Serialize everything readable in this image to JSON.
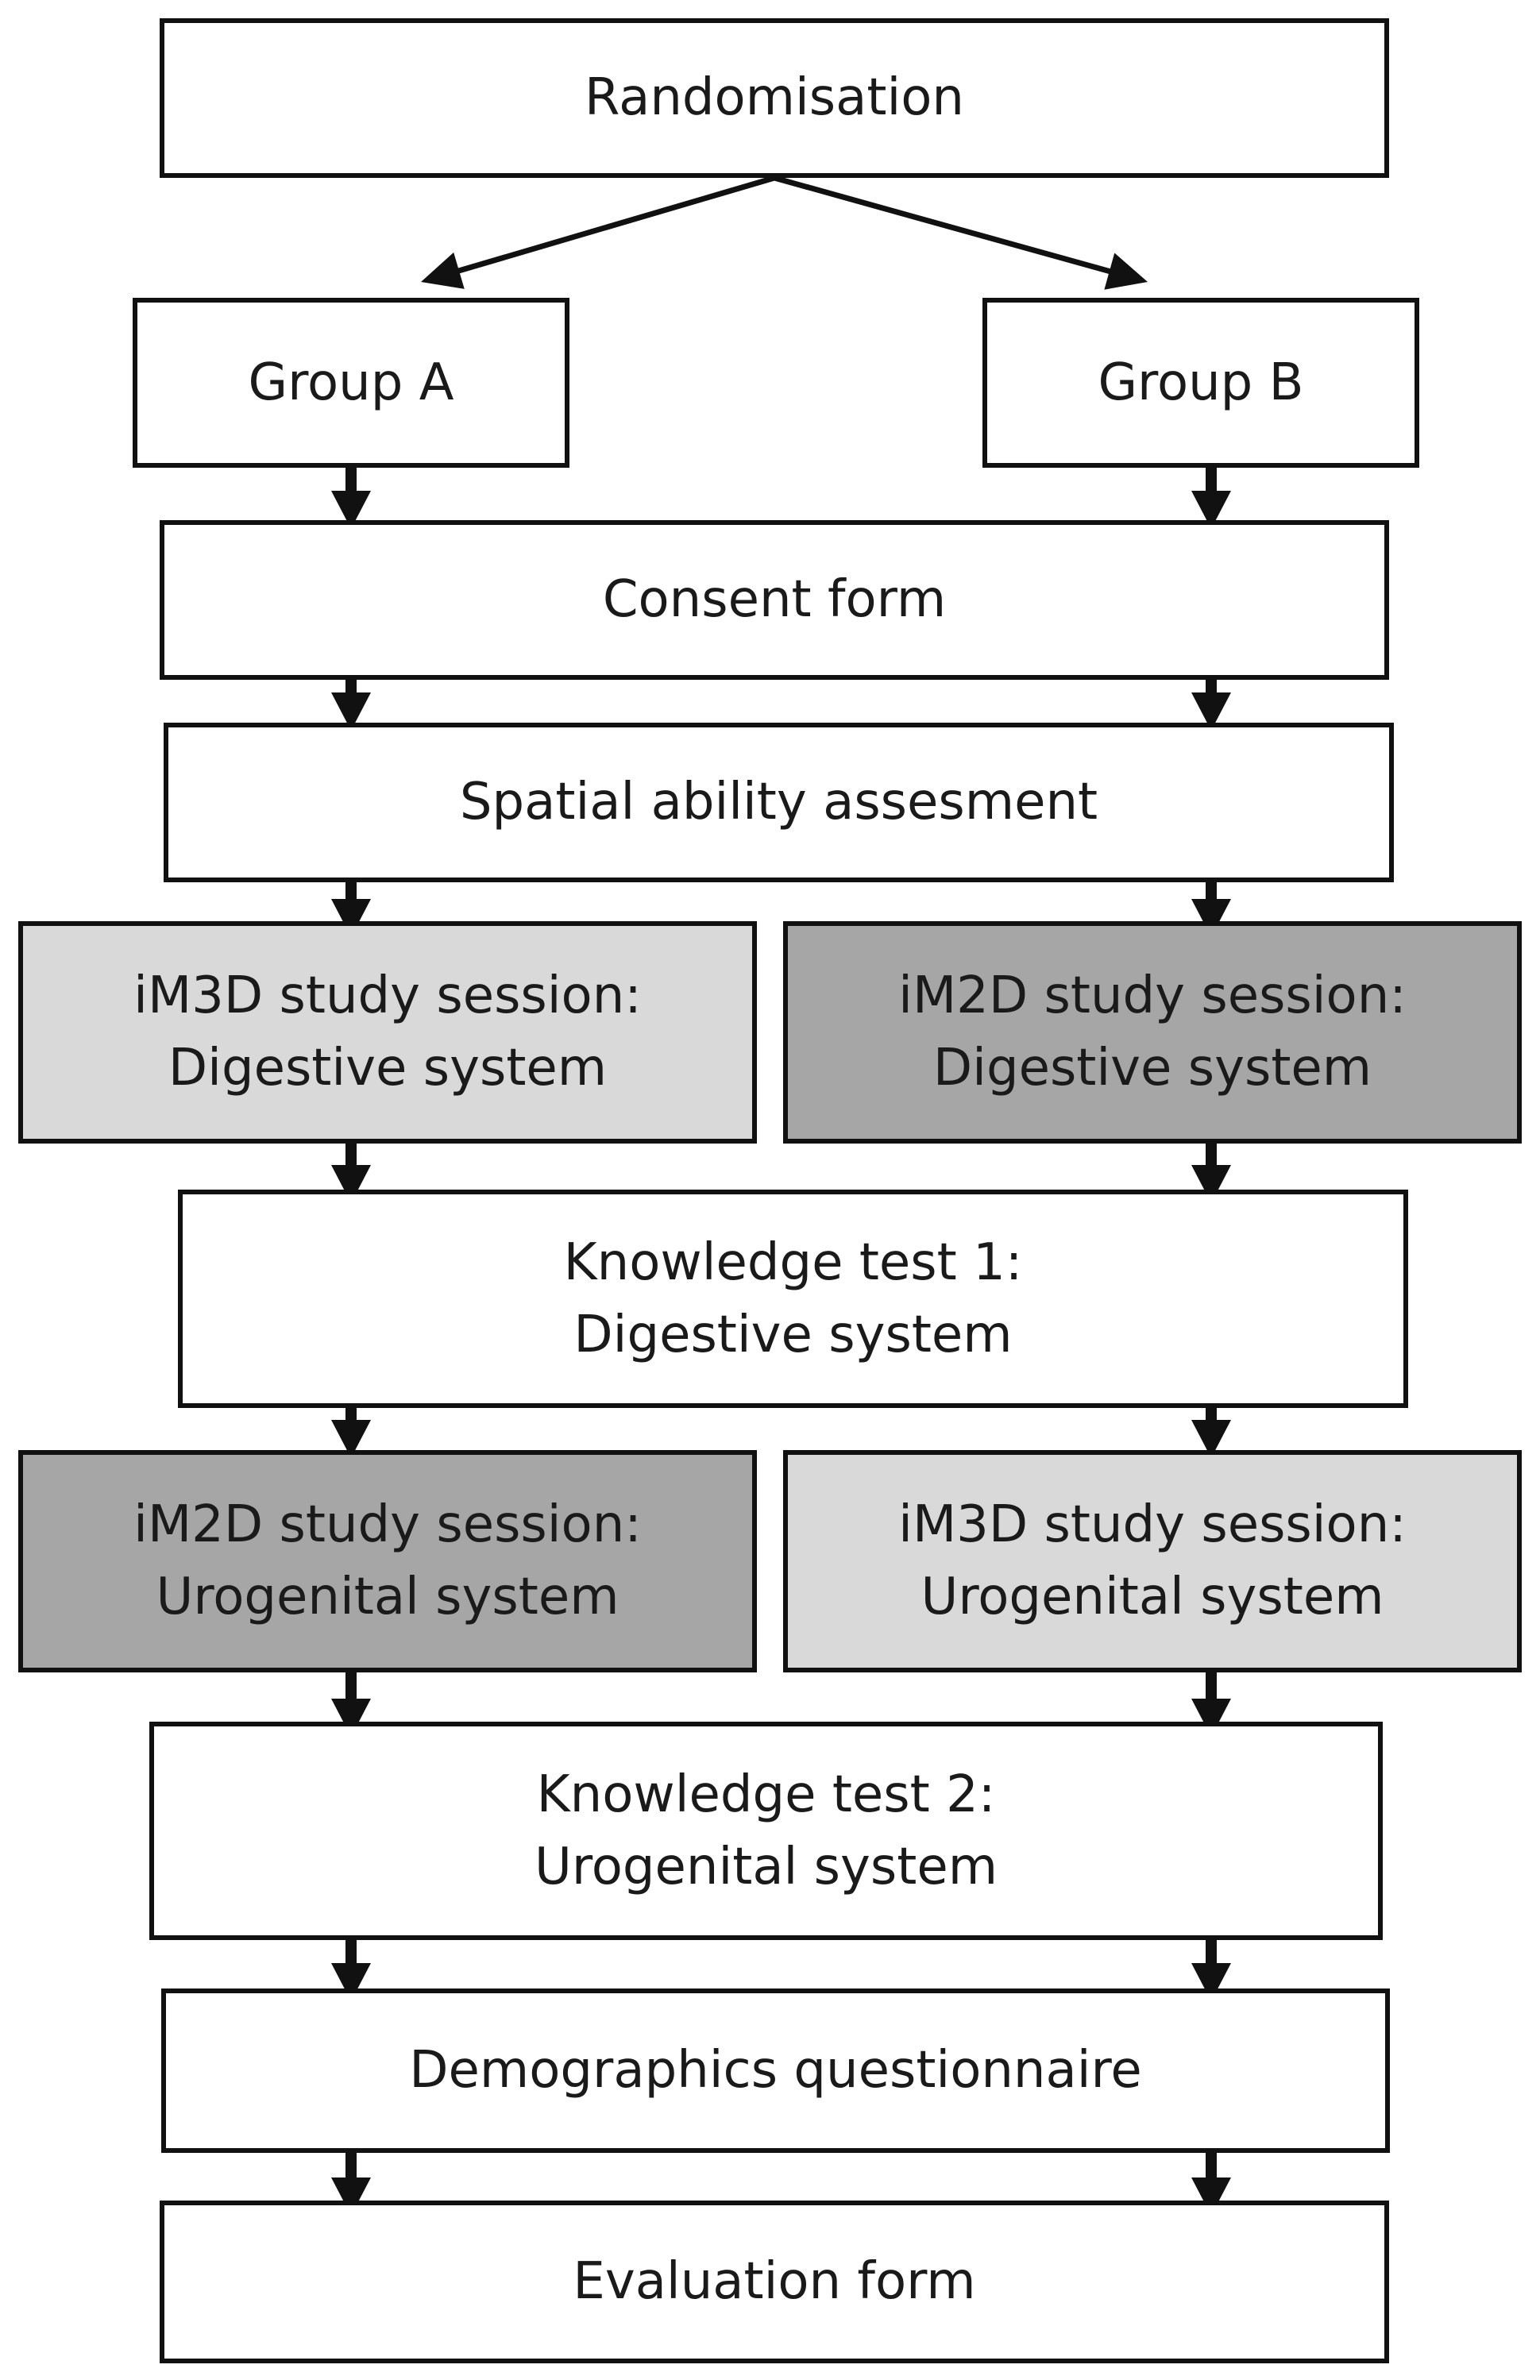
{
  "colors": {
    "white": "#ffffff",
    "light_grey": "#d9d9d9",
    "dark_grey": "#a6a6a6",
    "line": "#111111"
  },
  "randomisation": "Randomisation",
  "group_a": "Group A",
  "group_b": "Group B",
  "consent_form": "Consent form",
  "spatial_ability": "Spatial ability assesment",
  "session1_a": {
    "line1": "iM3D study session:",
    "line2": "Digestive system",
    "fill": "#d9d9d9"
  },
  "session1_b": {
    "line1": "iM2D study session:",
    "line2": "Digestive system",
    "fill": "#a6a6a6"
  },
  "knowledge_test_1": {
    "line1": "Knowledge test 1:",
    "line2": "Digestive system"
  },
  "session2_a": {
    "line1": "iM2D study session:",
    "line2": "Urogenital system",
    "fill": "#a6a6a6"
  },
  "session2_b": {
    "line1": "iM3D study session:",
    "line2": "Urogenital system",
    "fill": "#d9d9d9"
  },
  "knowledge_test_2": {
    "line1": "Knowledge test 2:",
    "line2": "Urogenital system"
  },
  "demographics": "Demographics questionnaire",
  "evaluation_form": "Evaluation form"
}
